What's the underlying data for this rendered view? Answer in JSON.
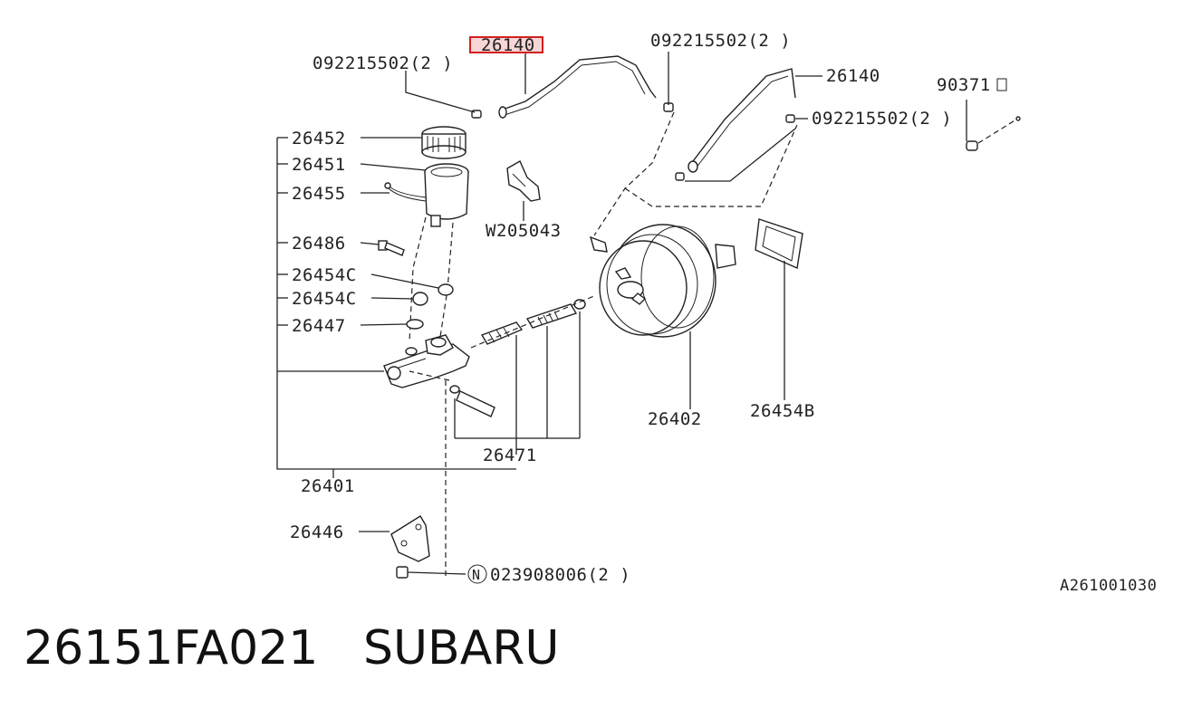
{
  "diagram": {
    "labels": {
      "hose_clip_top_left": "092215502(2 )",
      "hose_top_highlight": "26140",
      "hose_clip_top_mid": "092215502(2 )",
      "hose_right": "26140",
      "hose_clip_right": "092215502(2 )",
      "check_valve": "90371",
      "tank_cap": "26452",
      "tank": "26451",
      "tank_sensor": "26455",
      "tank_bolt": "26486",
      "grommet_1": "26454C",
      "grommet_2": "26454C",
      "o_ring": "26447",
      "clamp": "W205043",
      "booster": "26402",
      "gasket": "26454B",
      "piston_kit": "26471",
      "master_cylinder": "26401",
      "bracket": "26446",
      "nut": "023908006(2 )",
      "nut_marker": "N",
      "drawing_code": "A261001030"
    },
    "highlight_color": "#d42020"
  },
  "footer": {
    "part_number": "26151FA021",
    "brand": "SUBARU"
  }
}
